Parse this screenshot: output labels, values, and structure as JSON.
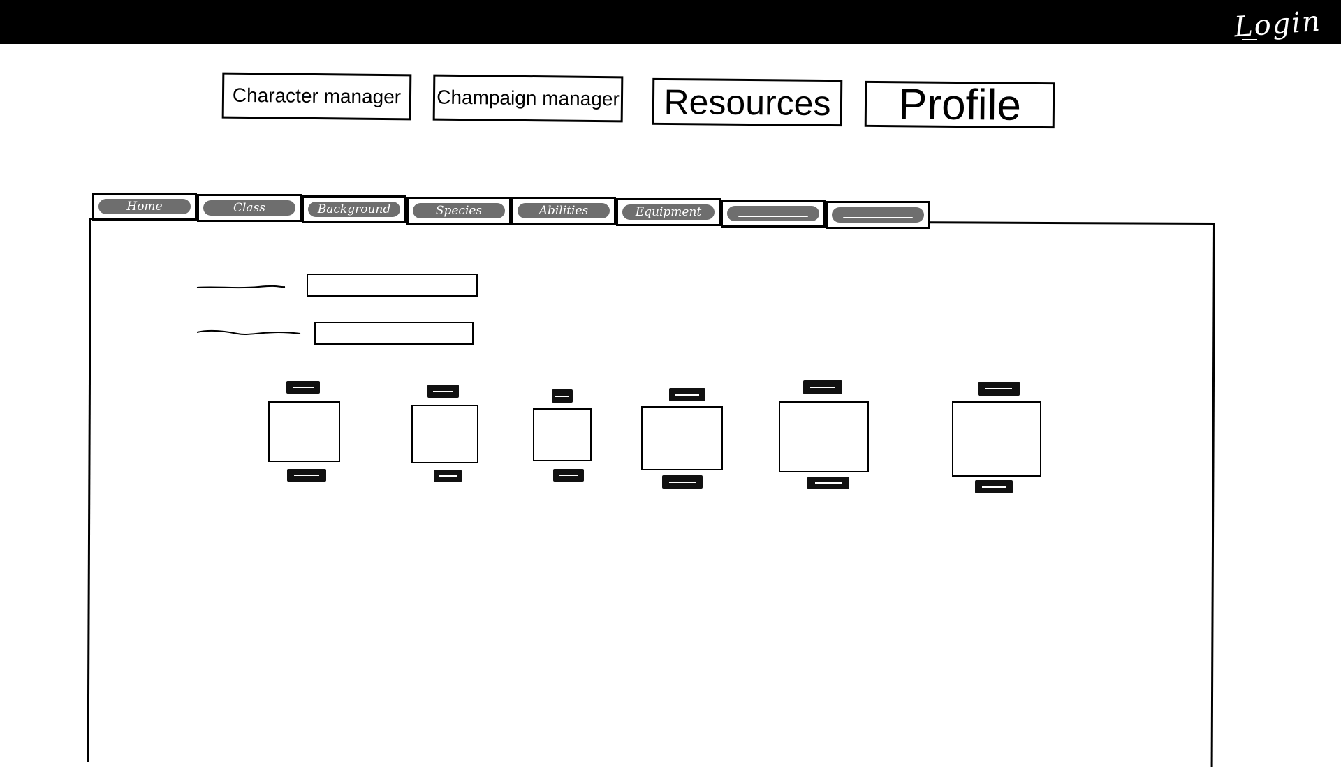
{
  "header": {
    "login_label": "Login"
  },
  "nav": {
    "character_manager": "Character manager",
    "campaign_manager": "Champaign manager",
    "resources": "Resources",
    "profile": "Profile"
  },
  "tabs": [
    {
      "label": "Home"
    },
    {
      "label": "Class"
    },
    {
      "label": "Background"
    },
    {
      "label": "Species"
    },
    {
      "label": "Abilities"
    },
    {
      "label": "Equipment"
    },
    {
      "label": ""
    },
    {
      "label": ""
    }
  ],
  "form": {
    "field_count": 2
  },
  "cards": {
    "count": 6
  },
  "colors": {
    "topbar": "#000000",
    "tab_pill": "#6e6e6e",
    "background": "#ffffff"
  }
}
